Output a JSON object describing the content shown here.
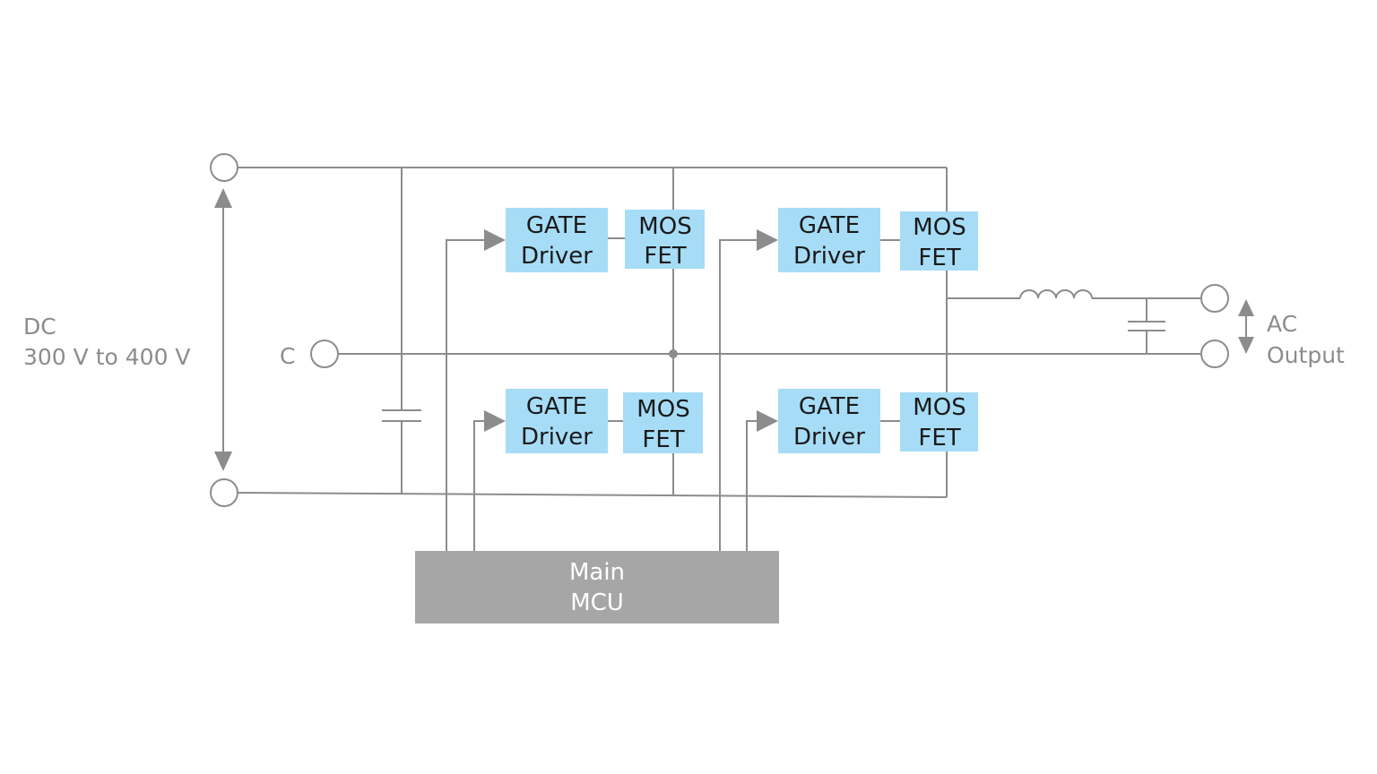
{
  "dc_input": {
    "line1": "DC",
    "line2": "300 V to 400 V"
  },
  "center_tap_label": "C",
  "ac_output": {
    "line1": "AC",
    "line2": "Output"
  },
  "gate_drivers": [
    {
      "line1": "GATE",
      "line2": "Driver"
    },
    {
      "line1": "GATE",
      "line2": "Driver"
    },
    {
      "line1": "GATE",
      "line2": "Driver"
    },
    {
      "line1": "GATE",
      "line2": "Driver"
    }
  ],
  "mosfets": [
    {
      "line1": "MOS",
      "line2": "FET"
    },
    {
      "line1": "MOS",
      "line2": "FET"
    },
    {
      "line1": "MOS",
      "line2": "FET"
    },
    {
      "line1": "MOS",
      "line2": "FET"
    }
  ],
  "mcu": {
    "line1": "Main",
    "line2": "MCU"
  },
  "colors": {
    "block_fill": "#a6dcf6",
    "mcu_fill": "#a6a6a6",
    "wire": "#8c8c8c"
  }
}
